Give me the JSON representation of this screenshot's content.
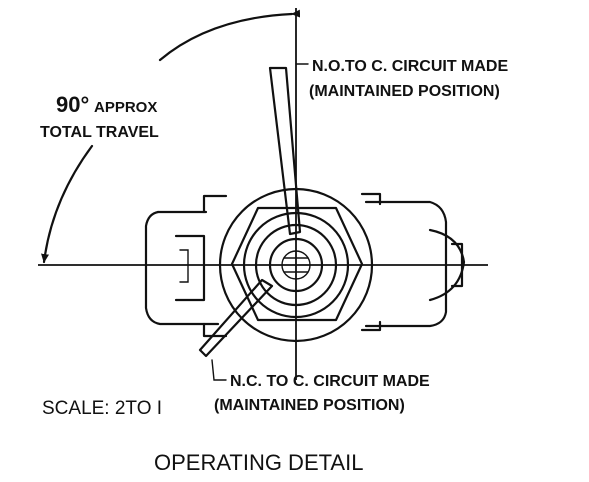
{
  "labels": {
    "travel_angle": "90°",
    "travel_approx": "APPROX",
    "total_travel": "TOTAL TRAVEL",
    "no_circuit_line1": "N.O.TO C. CIRCUIT MADE",
    "no_circuit_line2": "(MAINTAINED POSITION)",
    "nc_circuit_line1": "N.C. TO C. CIRCUIT MADE",
    "nc_circuit_line2": "(MAINTAINED POSITION)",
    "scale": "SCALE: 2TO I",
    "title": "OPERATING DETAIL"
  }
}
